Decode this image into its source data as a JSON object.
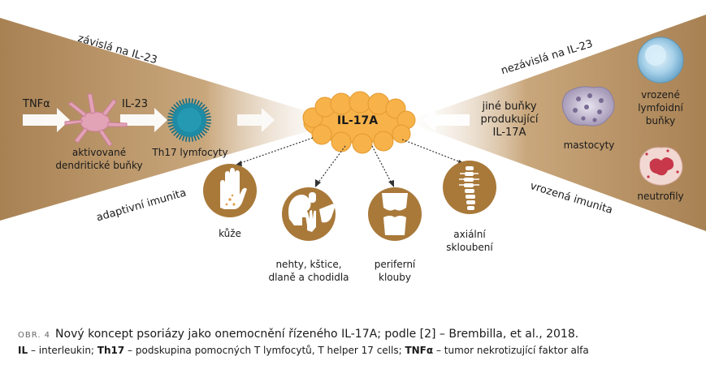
{
  "colors": {
    "band": "#b08a5c",
    "circle": "#a9793a",
    "il17": "#f7b24a",
    "arrow": "#ffffff"
  },
  "labels": {
    "dependent": "závislá na IL-23",
    "independent": "nezávislá na IL-23",
    "adaptive": "adaptivní imunita",
    "innate": "vrozená imunita",
    "tnf": "TNFα",
    "il23": "IL-23",
    "dendritic": "aktivované\ndendritické buňky",
    "th17": "Th17 lymfocyty",
    "il17a": "IL-17A",
    "other_cells": "jiné buňky\nprodukující\nIL-17A",
    "mast": "mastocyty",
    "ilc": "vrozené\nlymfoidní\nbuňky",
    "neutro": "neutrofily"
  },
  "targets": [
    {
      "id": "skin",
      "label": "kůže",
      "icon": "hand-skin-icon"
    },
    {
      "id": "nails",
      "label": "nehty, kštice,\ndlaně a chodidla",
      "icon": "nails-scalp-icon"
    },
    {
      "id": "joints",
      "label": "periferní\nklouby",
      "icon": "knee-joint-icon"
    },
    {
      "id": "axial",
      "label": "axiální\nskloubení",
      "icon": "spine-icon"
    }
  ],
  "caption": {
    "tag": "OBR. 4",
    "title": "Nový koncept psoriázy jako onemocnění řízeného IL-17A; podle [2] – Brembilla, et al., 2018.",
    "legend_parts": [
      {
        "term": "IL",
        "def": " – interleukin; "
      },
      {
        "term": "Th17",
        "def": " – podskupina pomocných T lymfocytů, T helper 17 cells; "
      },
      {
        "term": "TNFα",
        "def": " – tumor nekrotizující faktor alfa"
      }
    ]
  }
}
